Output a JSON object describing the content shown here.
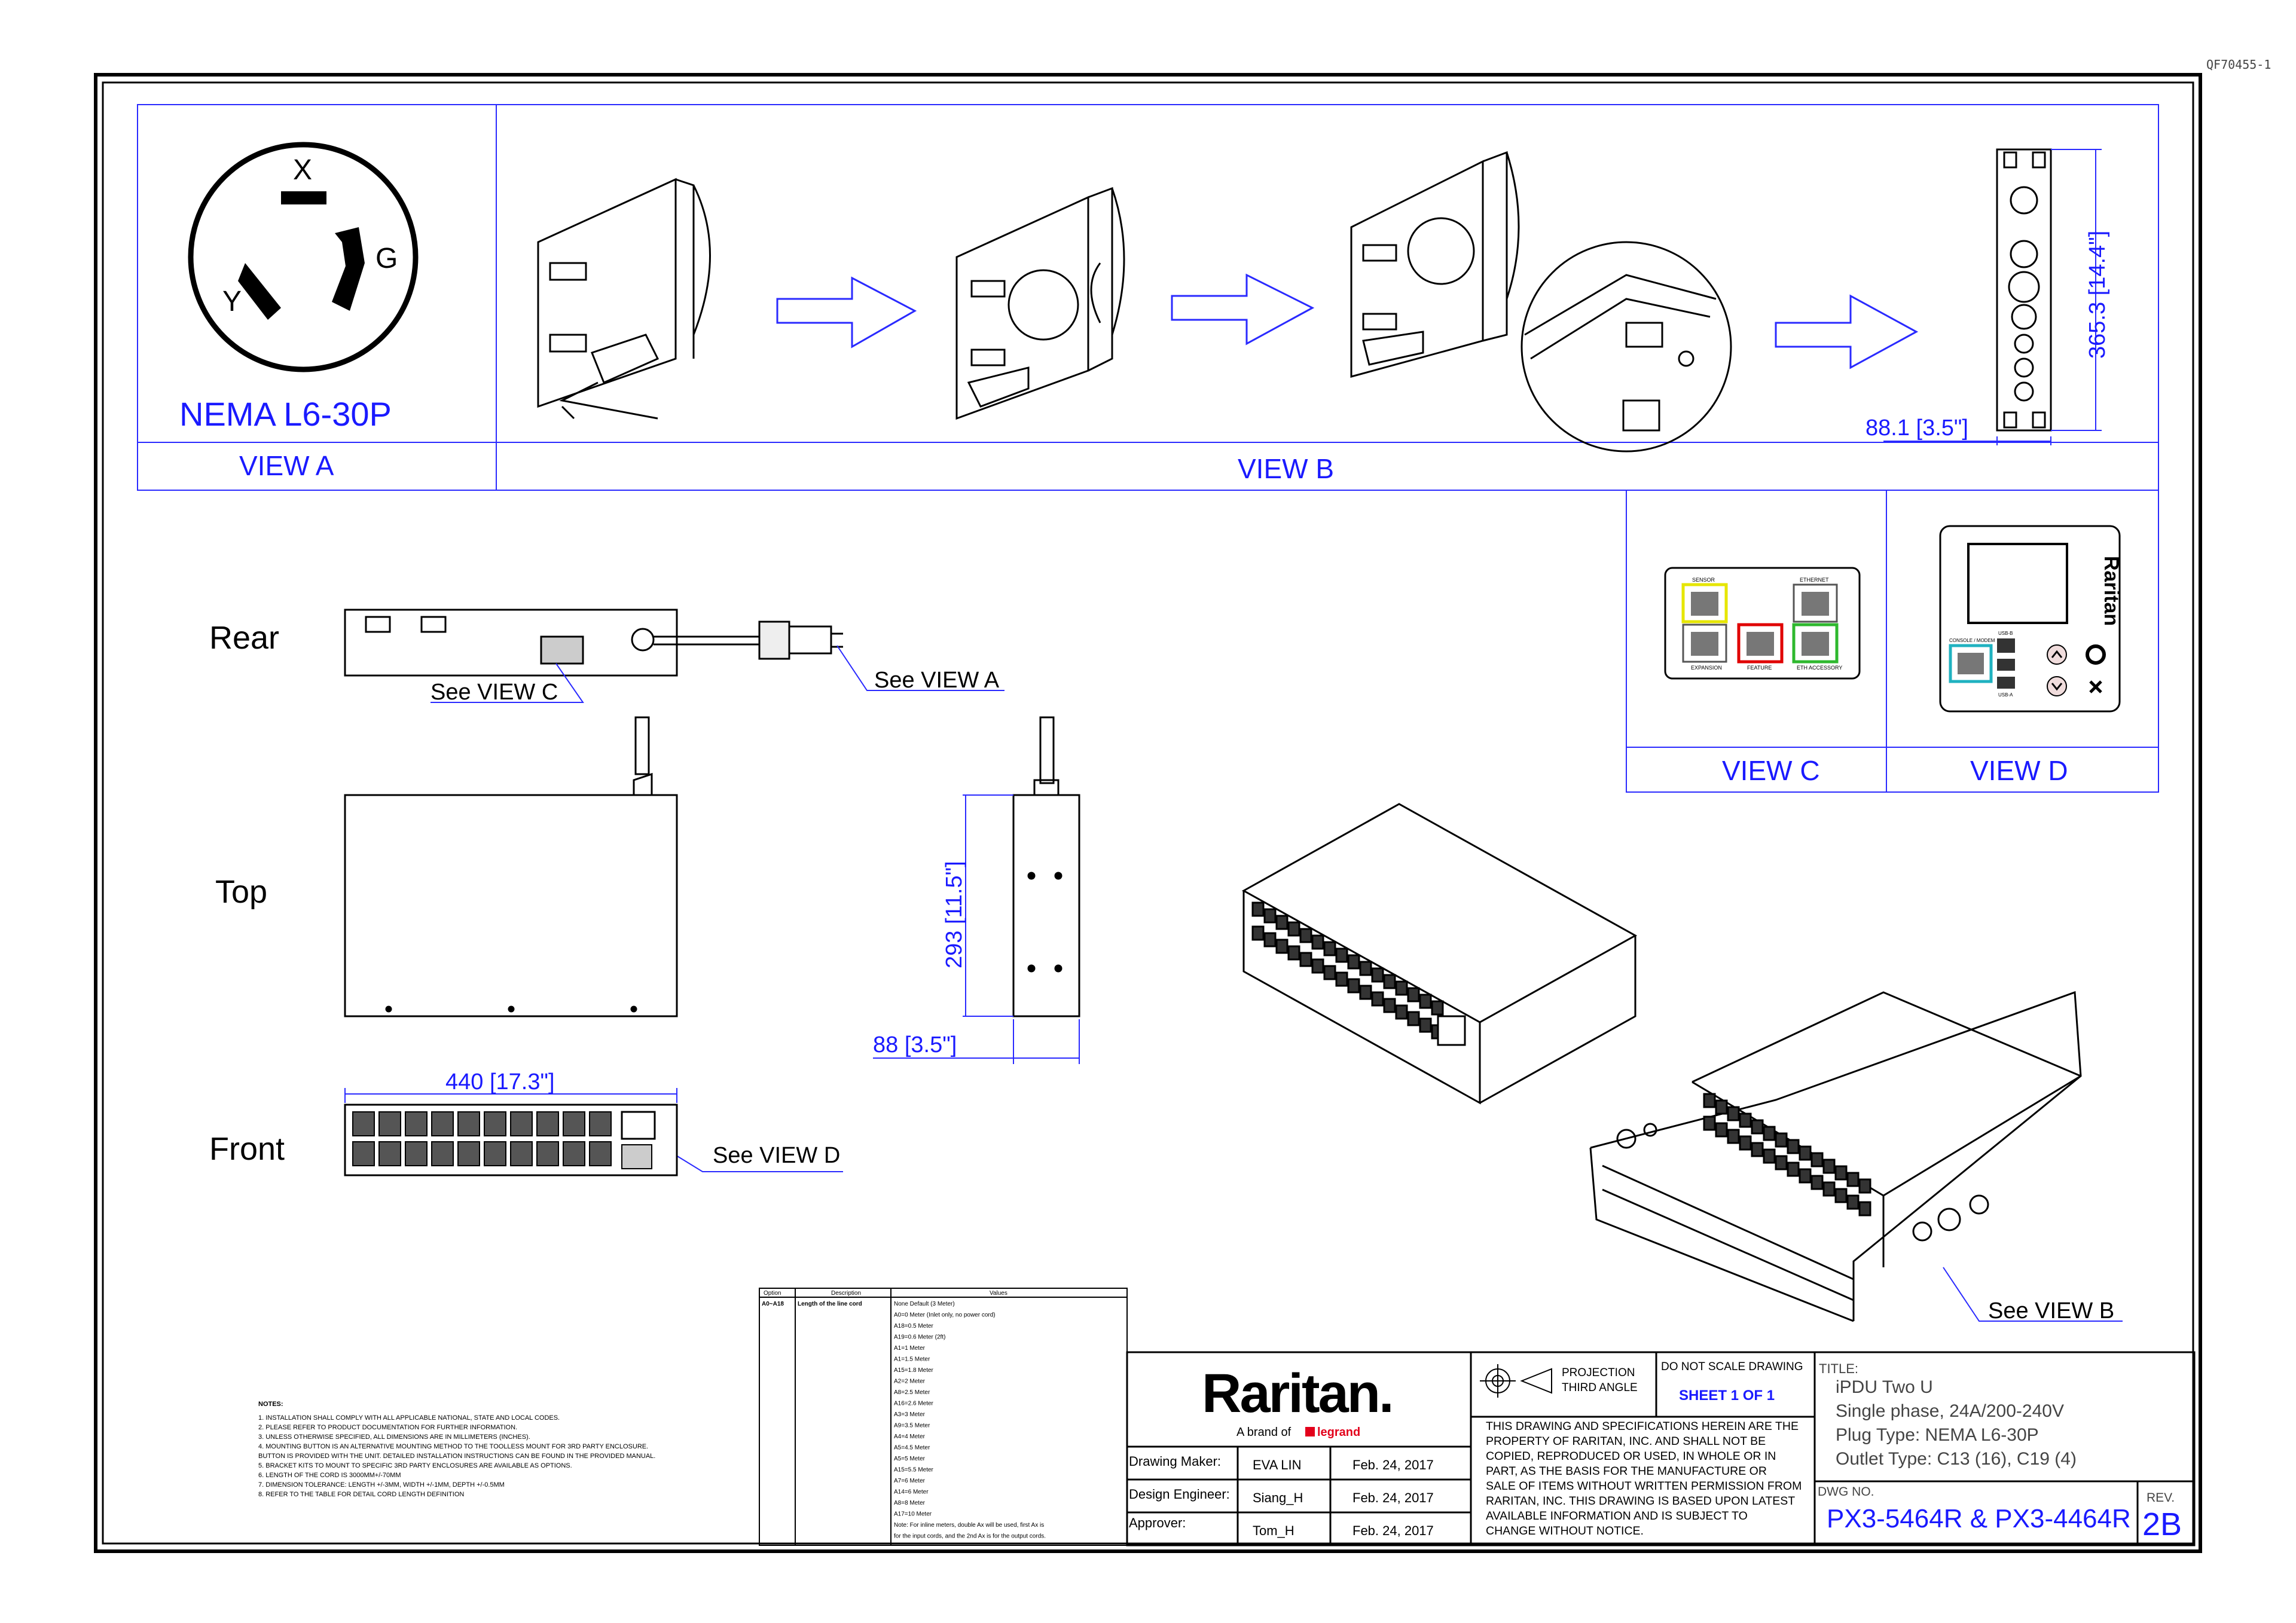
{
  "doc_ref": "QF70455-1",
  "view_a": {
    "letters": {
      "x": "X",
      "y": "Y",
      "g": "G"
    },
    "plug_name": "NEMA L6-30P",
    "caption": "VIEW A"
  },
  "view_b": {
    "caption": "VIEW B",
    "dim_height": "365.3 [14.4\"]",
    "dim_width": "88.1 [3.5\"]"
  },
  "view_c": {
    "caption": "VIEW C",
    "port_labels": [
      "SENSOR",
      "ETHERNET",
      "EXPANSION",
      "FEATURE",
      "ETH ACCESSORY"
    ]
  },
  "view_d": {
    "caption": "VIEW D",
    "brand_vertical": "Raritan",
    "port_labels": [
      "CONSOLE / MODEM",
      "USB-B",
      "USB-A"
    ]
  },
  "views": {
    "rear_label": "Rear",
    "top_label": "Top",
    "front_label": "Front",
    "see_view_c": "See VIEW C",
    "see_view_a": "See VIEW A",
    "see_view_d": "See VIEW D",
    "see_view_b": "See VIEW B",
    "dim_depth": "293 [11.5\"]",
    "dim_side_width": "88 [3.5\"]",
    "dim_front_width": "440 [17.3\"]"
  },
  "notes": {
    "heading": "NOTES:",
    "items": [
      "1. INSTALLATION SHALL COMPLY WITH ALL APPLICABLE NATIONAL, STATE AND LOCAL CODES.",
      "2. PLEASE REFER TO PRODUCT DOCUMENTATION FOR FURTHER INFORMATION.",
      "3. UNLESS OTHERWISE SPECIFIED, ALL DIMENSIONS ARE IN MILLIMETERS (INCHES).",
      "4. MOUNTING BUTTON IS AN ALTERNATIVE MOUNTING METHOD TO THE TOOLLESS MOUNT FOR 3RD PARTY ENCLOSURE.",
      "   BUTTON IS PROVIDED WITH THE UNIT. DETAILED INSTALLATION INSTRUCTIONS CAN BE FOUND IN THE PROVIDED MANUAL.",
      "5. BRACKET KITS TO MOUNT TO SPECIFIC 3RD PARTY ENCLOSURES ARE AVAILABLE AS OPTIONS.",
      "6. LENGTH OF THE CORD IS 3000MM+/-70MM",
      "7. DIMENSION TOLERANCE: LENGTH +/-3MM, WIDTH +/-1MM, DEPTH +/-0.5MM",
      "8. REFER TO THE TABLE FOR DETAIL CORD LENGTH DEFINITION"
    ]
  },
  "option_table": {
    "headers": [
      "Option",
      "Description",
      "Values"
    ],
    "option": "A0~A18",
    "description": "Length of the line cord",
    "values": [
      "None Default (3 Meter)",
      "A0=0 Meter (Inlet only, no power cord)",
      "A18=0.5 Meter",
      "A19=0.6 Meter (2ft)",
      "A1=1 Meter",
      "A1=1.5 Meter",
      "A15=1.8 Meter",
      "A2=2 Meter",
      "A8=2.5 Meter",
      "A16=2.6 Meter",
      "A3=3 Meter",
      "A9=3.5 Meter",
      "A4=4 Meter",
      "A5=4.5 Meter",
      "A5=5 Meter",
      "A15=5.5 Meter",
      "A7=6 Meter",
      "A14=6 Meter",
      "A8=8 Meter",
      "A17=10 Meter",
      "Note: For inline meters, double Ax will be used, first Ax is",
      "for the input cords, and the 2nd Ax is for the output cords."
    ]
  },
  "title_block": {
    "logo": "Raritan.",
    "logo_sub": "A brand of",
    "logo_brand": "legrand",
    "projection": "PROJECTION",
    "projection_angle": "THIRD ANGLE",
    "no_scale": "DO NOT SCALE DRAWING",
    "sheet": "SHEET 1 OF 1",
    "roles": [
      {
        "label": "Drawing Maker:",
        "name": "EVA LIN",
        "date": "Feb. 24, 2017"
      },
      {
        "label": "Design Engineer:",
        "name": "Siang_H",
        "date": "Feb. 24, 2017"
      },
      {
        "label": "Approver:",
        "name": "Tom_H",
        "date": "Feb. 24, 2017"
      }
    ],
    "notice": [
      "THIS DRAWING AND SPECIFICATIONS HEREIN ARE THE",
      "PROPERTY OF RARITAN, INC. AND SHALL NOT BE",
      "COPIED, REPRODUCED OR USED, IN WHOLE OR IN",
      "PART, AS THE BASIS FOR THE MANUFACTURE OR",
      "SALE OF ITEMS WITHOUT WRITTEN PERMISSION FROM",
      "RARITAN, INC. THIS DRAWING IS BASED UPON LATEST",
      "AVAILABLE INFORMATION AND IS SUBJECT TO",
      "CHANGE WITHOUT NOTICE."
    ],
    "title_label": "TITLE:",
    "title_lines": [
      "iPDU Two U",
      "Single phase, 24A/200-240V",
      "Plug Type: NEMA L6-30P",
      "Outlet Type: C13 (16), C19 (4)"
    ],
    "dwg_label": "DWG NO.",
    "dwg_no": "PX3-5464R & PX3-4464R",
    "rev_label": "REV.",
    "rev": "2B"
  }
}
